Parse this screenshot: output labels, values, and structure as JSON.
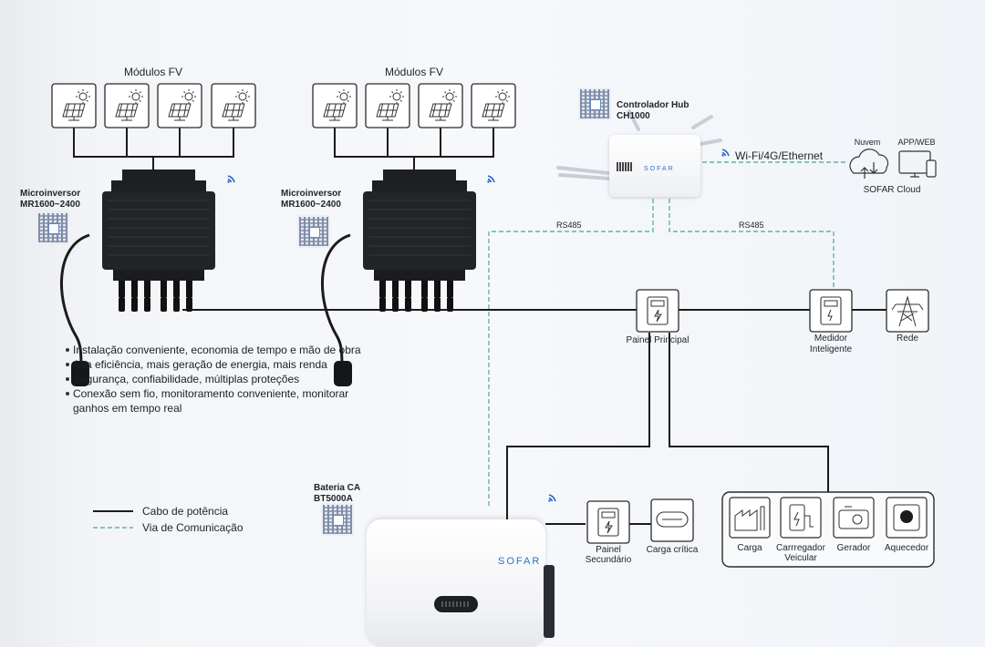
{
  "labels": {
    "pv_group_1": "Módulos FV",
    "pv_group_2": "Módulos FV",
    "micro_1_name": "Microinversor",
    "micro_1_model": "MR1600~2400",
    "micro_2_name": "Microinversor",
    "micro_2_model": "MR1600~2400",
    "hub_name": "Controlador  Hub",
    "hub_model": "CH1000",
    "wifi_link": "Wi-Fi/4G/Ethernet",
    "cloud_nuvem": "Nuvem",
    "cloud_app": "APP/WEB",
    "cloud_name": "SOFAR Cloud",
    "rs485_left": "RS485",
    "rs485_right": "RS485",
    "main_panel": "Painel Principal",
    "smart_meter_1": "Medidor",
    "smart_meter_2": "Inteligente",
    "grid": "Rede",
    "battery_name": "Bateria CA",
    "battery_model": "BT5000A",
    "sub_panel_1": "Painel",
    "sub_panel_2": "Secundário",
    "critical_load": "Carga crítica",
    "load": "Carga",
    "ev_1": "Carrregador",
    "ev_2": "Veicular",
    "generator": "Gerador",
    "heater": "Aquecedor",
    "brand_hub": "SOFAR",
    "brand_battery": "SOFAR"
  },
  "features": [
    "Instalação conveniente, economia de tempo e mão de obra",
    "Alta eficiência, mais geração de energia, mais renda",
    "Segurança, confiabilidade, múltiplas proteções",
    "Conexão sem fio, monitoramento conveniente, monitorar",
    "ganhos em tempo real"
  ],
  "legend": {
    "power_cable": "Cabo de potência",
    "comm_link": "Via de Comunicação"
  },
  "colors": {
    "power_line": "#1b1b1b",
    "comm_line": "#5fb3a6",
    "wifi": "#2a63c9",
    "brand": "#2d6fd0"
  },
  "icons": {
    "pv_module": "solar-panel-sun-icon",
    "wifi": "wifi-icon",
    "panel": "electrical-panel-icon",
    "meter": "smart-meter-icon",
    "grid": "power-tower-icon",
    "cloud": "cloud-icon",
    "app": "monitor-phone-icon"
  }
}
